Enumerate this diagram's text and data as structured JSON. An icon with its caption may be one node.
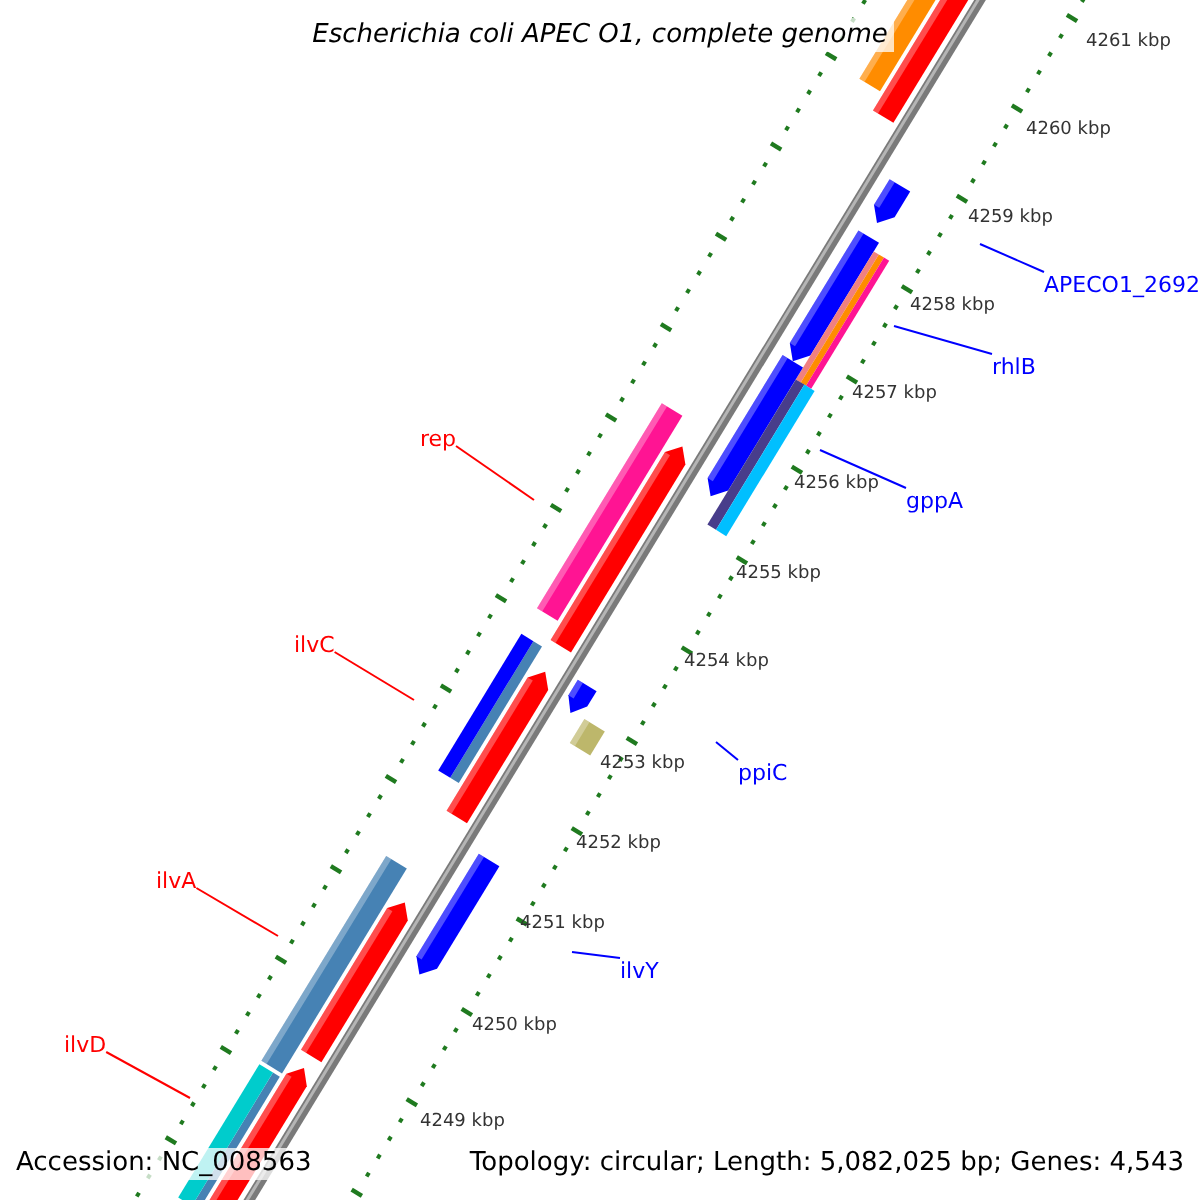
{
  "diagram": {
    "title": "Escherichia coli APEC O1, complete genome",
    "nodes": [
      {
        "text": [
          "APECO1_2692"
        ]
      },
      {
        "text": [
          "rhlB"
        ]
      },
      {
        "text": [
          "rep"
        ]
      },
      {
        "text": [
          "gppA"
        ]
      },
      {
        "text": [
          "ilvC"
        ]
      },
      {
        "text": [
          "ppiC"
        ]
      },
      {
        "text": [
          "ilvA"
        ]
      },
      {
        "text": [
          "ilvY"
        ]
      },
      {
        "text": [
          "ilvD"
        ]
      }
    ],
    "edges": [
      {
        "from": 0,
        "to": null,
        "arrow": "none"
      },
      {
        "from": 1,
        "to": null,
        "arrow": "none"
      },
      {
        "from": 2,
        "to": null,
        "arrow": "none",
        "color": "#ff0000"
      },
      {
        "from": 3,
        "to": null,
        "arrow": "none"
      },
      {
        "from": 4,
        "to": null,
        "arrow": "none",
        "color": "#ff0000"
      },
      {
        "from": 5,
        "to": null,
        "arrow": "none"
      },
      {
        "from": 6,
        "to": null,
        "arrow": "none",
        "color": "#ff0000"
      },
      {
        "from": 7,
        "to": null,
        "arrow": "none"
      },
      {
        "from": 8,
        "to": null,
        "arrow": "none",
        "color": "#ff0000"
      }
    ],
    "labels": [
      "4261 kbp",
      "4260 kbp",
      "4259 kbp",
      "4258 kbp",
      "4257 kbp",
      "4256 kbp",
      "4255 kbp",
      "4254 kbp",
      "4253 kbp",
      "4252 kbp",
      "4251 kbp",
      "4250 kbp",
      "4249 kbp",
      "Accession: NC_008563",
      "Topology: circular; Length: 5,082,025 bp; Genes: 4,543"
    ]
  }
}
